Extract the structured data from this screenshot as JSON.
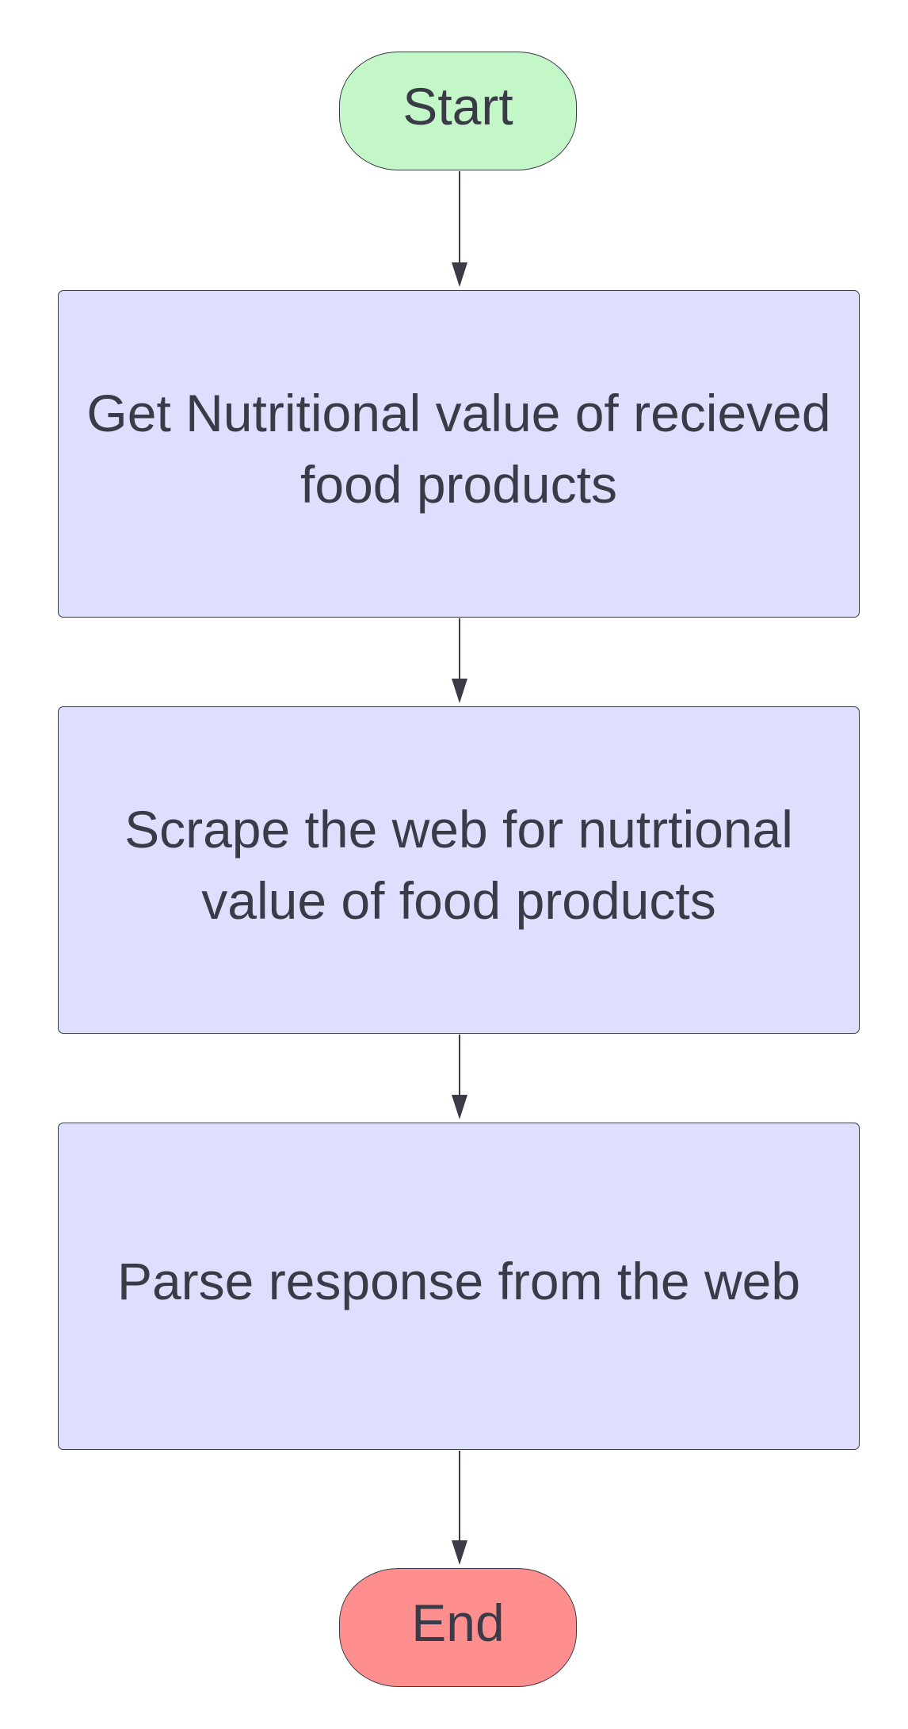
{
  "flowchart": {
    "start": {
      "label": "Start"
    },
    "steps": [
      {
        "label": "Get Nutritional value of recieved food products"
      },
      {
        "label": "Scrape the web for nutrtional value of food products"
      },
      {
        "label": "Parse response from the web"
      }
    ],
    "end": {
      "label": "End"
    }
  },
  "colors": {
    "start_fill": "#c4f7c8",
    "process_fill": "#dedefe",
    "end_fill": "#ff8f8f",
    "stroke": "#3a3b47"
  }
}
